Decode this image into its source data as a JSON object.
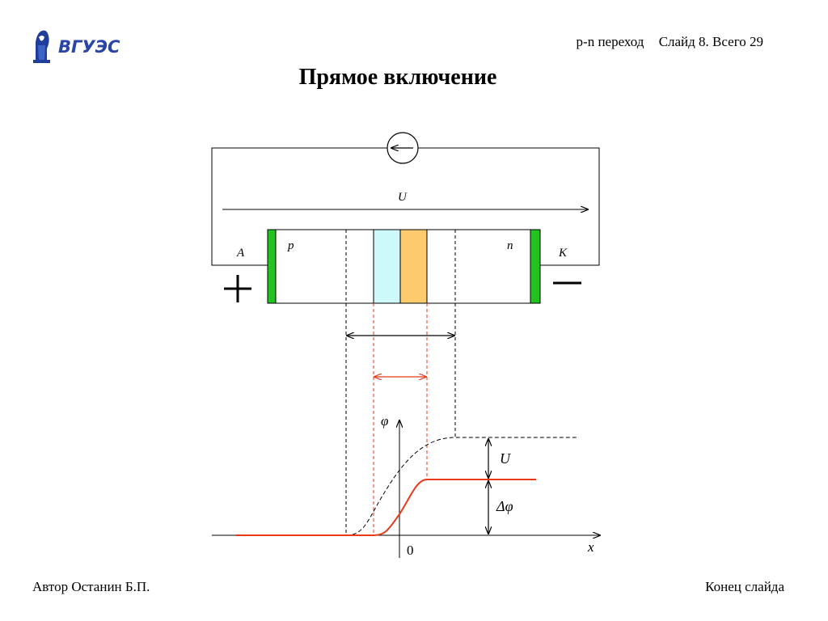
{
  "header": {
    "logo_text": "ВГУЭС",
    "topic": "p-n переход",
    "slide_info": "Слайд 8. Всего 29"
  },
  "title": "Прямое включение",
  "diagram": {
    "labels": {
      "voltage_top": "U",
      "anode": "A",
      "p_region": "p",
      "n_region": "n",
      "cathode": "К",
      "plus_sign": "+",
      "minus_sign": "—",
      "phi_axis": "φ",
      "x_axis": "x",
      "origin": "0",
      "voltage_shift": "U",
      "delta_phi": "Δφ"
    },
    "colors": {
      "contact_green": "#21c321",
      "depletion_cyan": "#cdf9fb",
      "depletion_orange": "#fdca6e",
      "forward_curve": "#e8391b"
    }
  },
  "footer": {
    "author": "Автор Останин Б.П.",
    "end_link": "Конец слайда"
  }
}
